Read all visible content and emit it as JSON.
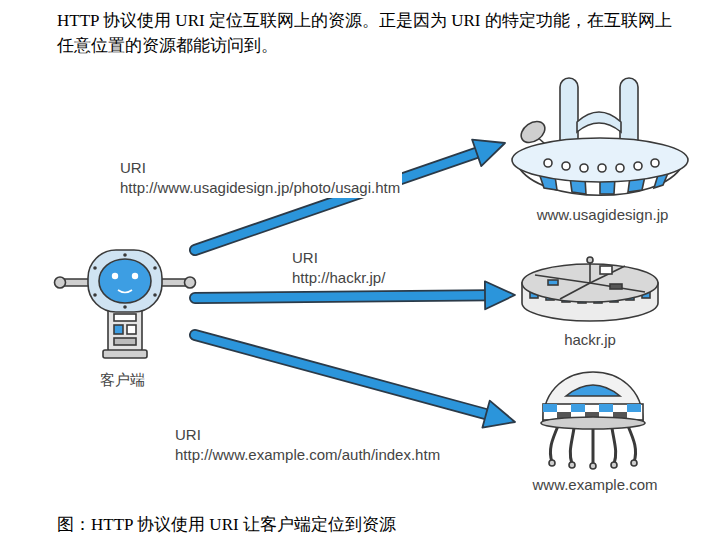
{
  "diagram": {
    "caption": "图：HTTP 协议使用 URI 让客户端定位到资源",
    "nodes": [
      {
        "text": [
          "www.usagidesign.jp"
        ]
      },
      {
        "text": [
          "客户端"
        ]
      },
      {
        "text": [
          "hackr.jp"
        ]
      },
      {
        "text": [
          "www.example.com"
        ]
      }
    ],
    "edges": [
      {
        "from": 1,
        "to": 0,
        "arrow": "to",
        "label": "URI http://www.usagidesign.jp/photo/usagi.htm"
      },
      {
        "from": 1,
        "to": 2,
        "arrow": "to",
        "label": "URI http://hackr.jp/"
      },
      {
        "from": 1,
        "to": 3,
        "arrow": "to",
        "label": "URI http://www.example.com/auth/index.htm"
      }
    ],
    "labels": [
      "HTTP 协议使用 URI 定位互联网上的资源。正是因为 URI 的特定功能，在互联网上任意位置的资源都能访问到。"
    ]
  }
}
